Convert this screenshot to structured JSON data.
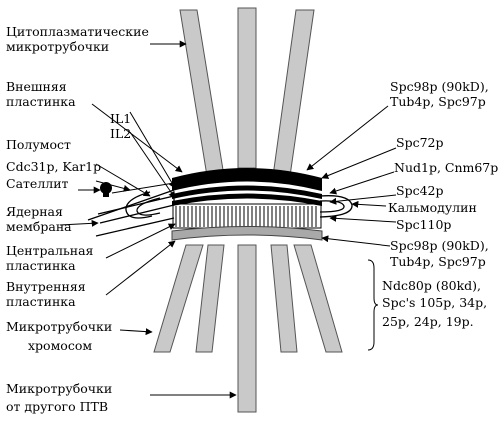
{
  "labels": {
    "cyto_mt_1": "Цитоплазматические",
    "cyto_mt_2": "микротрубочки",
    "outer_plaque_1": "Внешняя",
    "outer_plaque_2": "пластинка",
    "il1": "IL1",
    "il2": "IL2",
    "half_bridge": "Полумост",
    "cdc31_kar1": "Cdc31p, Kar1p",
    "satellite": "Сателлит",
    "nuclear_membrane_1": "Ядерная",
    "nuclear_membrane_2": "мембрана",
    "central_plaque_1": "Центральная",
    "central_plaque_2": "пластинка",
    "inner_plaque_1": "Внутренняя",
    "inner_plaque_2": "пластинка",
    "chrom_mt_1": "Микротрубочки",
    "chrom_mt_2": "хромосом",
    "other_spb_mt_1": "Микротрубочки",
    "other_spb_mt_2": "от другого ПТВ",
    "spc98_top_1": "Spc98p (90kD),",
    "spc98_top_2": "Tub4p, Spc97p",
    "spc72": "Spc72p",
    "nud1_cnm67": "Nud1p, Cnm67p",
    "spc42": "Spc42p",
    "calmodulin": "Кальмодулин",
    "spc110": "Spc110p",
    "spc98_bot_1": "Spc98p (90kD),",
    "spc98_bot_2": "Tub4p, Spc97p",
    "ndc80_1": "Ndc80p (80kd),",
    "ndc80_2": "Spc's 105p, 34p,",
    "ndc80_3": "25p, 24p, 19p."
  }
}
